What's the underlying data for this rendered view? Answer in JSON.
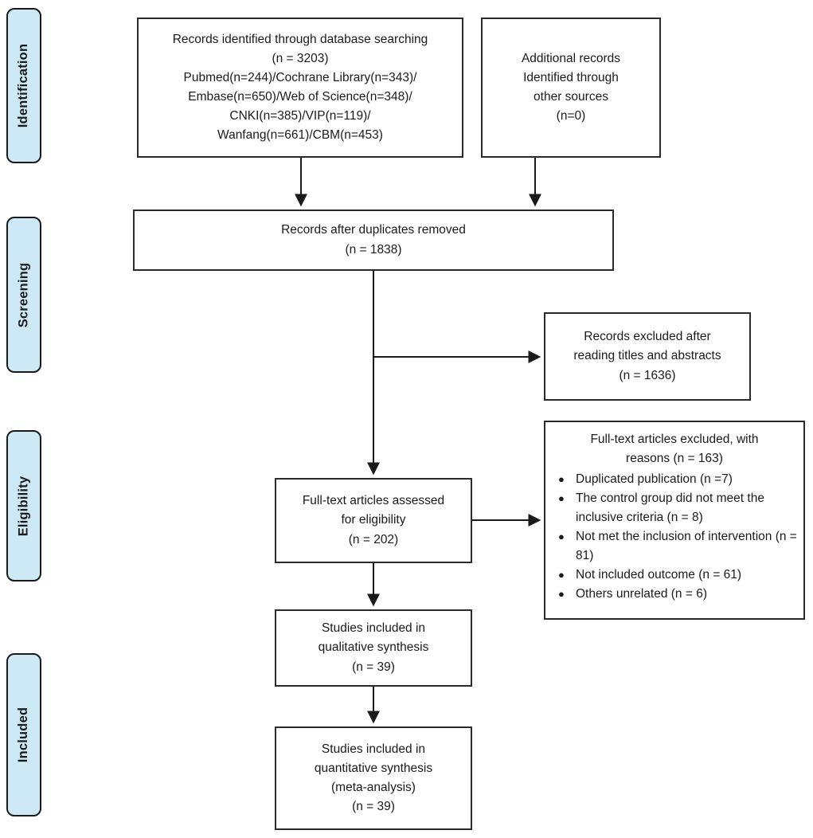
{
  "title": "PRISMA study selection flow diagram",
  "colors": {
    "stage_fill": "#cde9f6",
    "stage_border": "#1a1a1a",
    "box_border": "#2b2b2b",
    "arrow": "#1a1a1a",
    "background": "#ffffff"
  },
  "icons": {
    "bullet": "●"
  },
  "sidebar": {
    "stages": [
      {
        "label": "Identification"
      },
      {
        "label": "Screening"
      },
      {
        "label": "Eligibility"
      },
      {
        "label": "Included"
      }
    ]
  },
  "boxes": {
    "identified": {
      "lines": [
        "Records identified through database searching",
        "(n = 3203)",
        "Pubmed(n=244)/Cochrane Library(n=343)/",
        "Embase(n=650)/Web of Science(n=348)/",
        "CNKI(n=385)/VIP(n=119)/",
        "Wanfang(n=661)/CBM(n=453)"
      ]
    },
    "additional": {
      "lines": [
        "Additional records",
        "Identified through",
        "other sources",
        "(n=0)"
      ]
    },
    "after_duplicates": {
      "lines": [
        "Records after duplicates removed",
        "(n = 1838)"
      ]
    },
    "excluded_titles": {
      "lines": [
        "Records excluded after",
        "reading titles and abstracts",
        "(n = 1636)"
      ]
    },
    "fulltext_assessed": {
      "lines": [
        "Full-text articles assessed",
        "for eligibility",
        "(n = 202)"
      ]
    },
    "fulltext_excluded": {
      "title_lines": [
        "Full-text articles excluded, with",
        "reasons (n = 163)"
      ],
      "reasons": [
        "Duplicated publication (n =7)",
        "The control group did not meet the inclusive criteria (n = 8)",
        "Not met the inclusion of intervention (n = 81)",
        "Not included outcome (n = 61)",
        "Others unrelated (n = 6)"
      ]
    },
    "qualitative": {
      "lines": [
        "Studies included in",
        "qualitative synthesis",
        "(n = 39)"
      ]
    },
    "quantitative": {
      "lines": [
        "Studies included in",
        "quantitative synthesis",
        "(meta-analysis)",
        "(n = 39)"
      ]
    }
  }
}
